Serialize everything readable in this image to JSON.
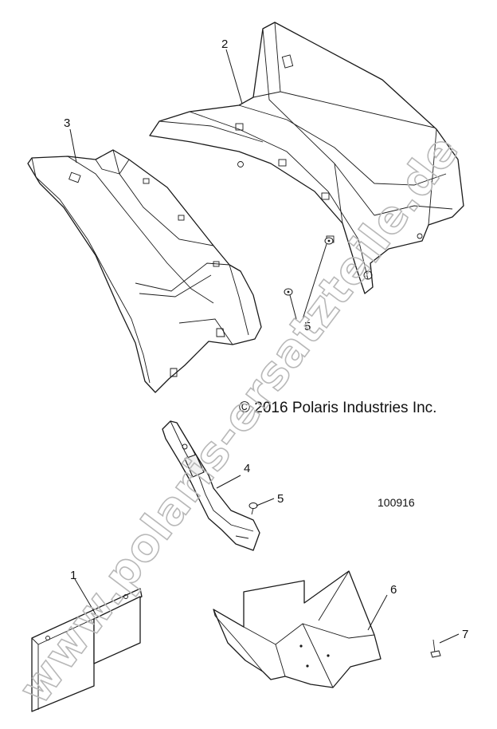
{
  "copyright": "© 2016 Polaris Industries Inc.",
  "drawing_number": "100916",
  "watermark": "www.polaris-ersatzteile.de",
  "callouts": [
    {
      "label": "1",
      "part": "rear-flap-bracket"
    },
    {
      "label": "2",
      "part": "rear-fender-panel"
    },
    {
      "label": "3",
      "part": "side-fender-panel"
    },
    {
      "label": "4",
      "part": "mount-bracket"
    },
    {
      "label": "5",
      "part": "push-rivet"
    },
    {
      "label": "5",
      "part": "push-rivet"
    },
    {
      "label": "6",
      "part": "floor-tray"
    },
    {
      "label": "7",
      "part": "screw"
    }
  ],
  "colors": {
    "line": "#1a1a1a",
    "watermark": "#b8b8b8",
    "background": "#ffffff"
  }
}
